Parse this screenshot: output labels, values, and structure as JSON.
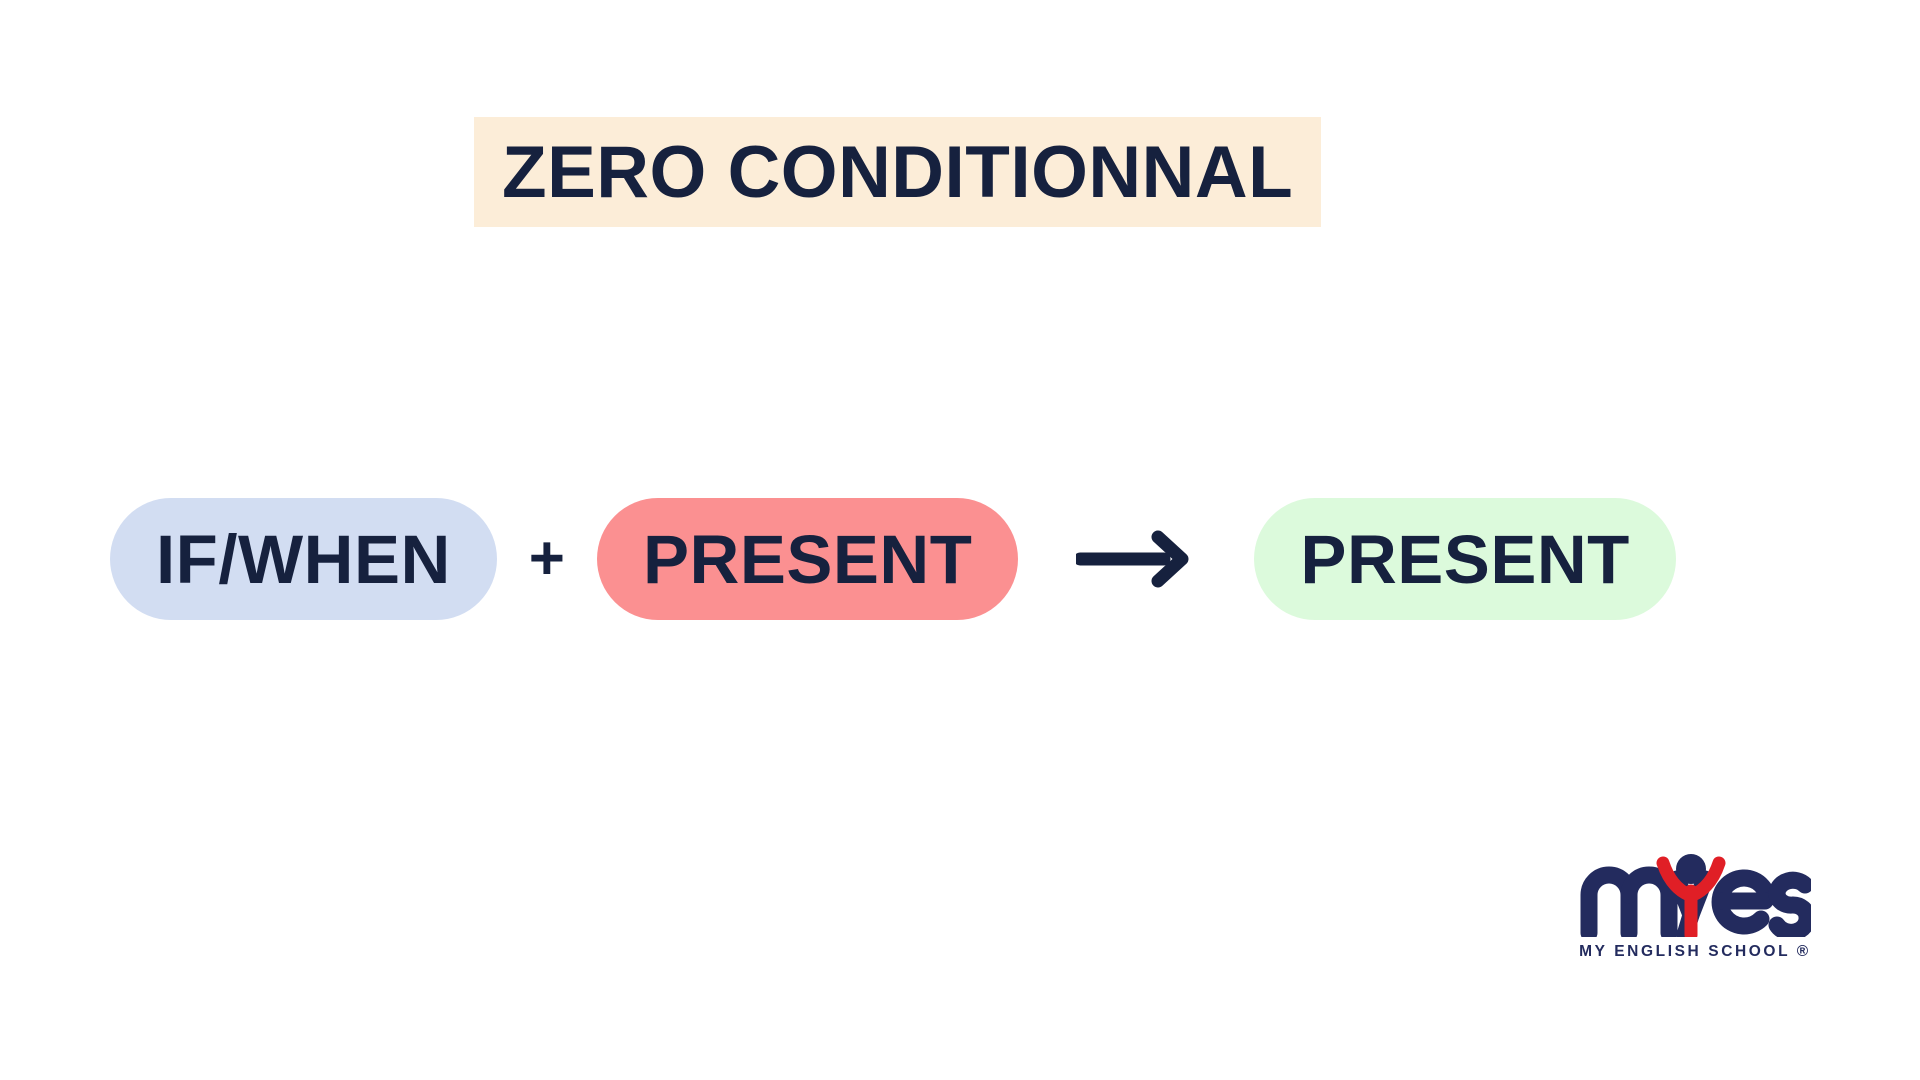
{
  "slide": {
    "background_color": "#ffffff",
    "title": {
      "text": "ZERO CONDITIONNAL",
      "text_color": "#16213E",
      "banner_color": "#FCEDD8"
    },
    "formula": {
      "condition": {
        "label": "IF/WHEN",
        "background_color": "#D2DDF2",
        "text_color": "#16213E"
      },
      "operator": {
        "label": "+",
        "color": "#16213E"
      },
      "condition_tense": {
        "label": "PRESENT",
        "background_color": "#FB9091",
        "text_color": "#16213E"
      },
      "arrow": {
        "icon": "arrow-right-icon",
        "color": "#16213E"
      },
      "result_tense": {
        "label": "PRESENT",
        "background_color": "#DCFADC",
        "text_color": "#16213E"
      }
    },
    "logo": {
      "wordmark": "myes",
      "tagline": "MY ENGLISH SCHOOL ®",
      "navy_color": "#232B5E",
      "red_color": "#E01F26"
    }
  }
}
